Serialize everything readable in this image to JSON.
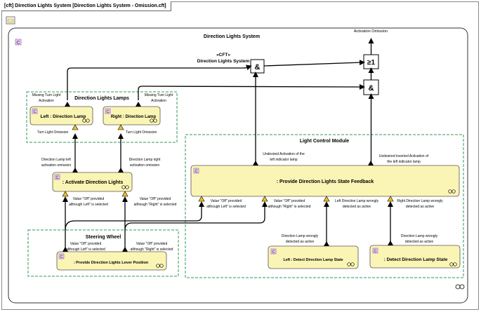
{
  "diagram": {
    "frame_title": "[cft] Direction Lights System [Direction Lights System - Omission.cft]",
    "system": {
      "title": "Direction Lights System",
      "cft_stereotype": "«CFT»",
      "cft_name": "Direction Lights System"
    },
    "top_output": "Activation Omission",
    "gates": {
      "and1": "&",
      "or1": "≥1",
      "and2": "&"
    },
    "groups": {
      "lamps": "Direction Lights Lamps",
      "control": "Light Control Module",
      "steering": "Steering Wheel"
    },
    "blocks": {
      "left_lamp": "Left : Direction Lamp",
      "right_lamp": "Right : Direction Lamp",
      "activate": ": Activate Direction Lights",
      "feedback": ": Provide Direction Lights State Feedback",
      "lever": ": Provide Direction Lights Lever Position",
      "left_detect": "Left : Detect Direction Lamp State",
      "detect": ": Detect Direction Lamp State"
    },
    "ports": {
      "missing_left": [
        "Missing Turn Light",
        "Activation"
      ],
      "missing_right": [
        "Missing Turn Light",
        "Activation"
      ],
      "omission_left": [
        "Turn Light Omission"
      ],
      "omission_right": [
        "Turn Light Omission"
      ],
      "activate_left": [
        "Direction Lamp left",
        "activation omission"
      ],
      "activate_right": [
        "Direction Lamp right",
        "activation omission"
      ],
      "act_in_left": [
        "Value \"Off\" provided",
        "although Left\" is selected"
      ],
      "act_in_right": [
        "Value \"Off\" provided",
        "although \"Right\" is selected"
      ],
      "lever_left": [
        "Value \"Off\" provided",
        "although Left\" is selected"
      ],
      "lever_right": [
        "Value \"Off\" provided",
        "although \"Right\" is selected"
      ],
      "undesired_left": [
        "Undesired Activation of the",
        "left indicator lamp"
      ],
      "undesired_inverted": [
        "Undesired inverted Activation of",
        "the left indicator lamp"
      ],
      "fb_in_left": [
        "Value \"Off\" provided",
        "although Left\" is selected"
      ],
      "fb_in_right": [
        "Value \"Off\" provided",
        "although \"Right\" is selected"
      ],
      "fb_in_left_lamp": [
        "Left Direction Lamp wrongly",
        "detected as active"
      ],
      "fb_in_right_lamp": [
        "Right Direction Lamp wrongly",
        "detected as active"
      ],
      "detect_left_out": [
        "Direction Lamp  wrongly",
        "detected as active"
      ],
      "detect_right_out": [
        "Direction Lamp  wrongly",
        "detected as active"
      ]
    }
  }
}
